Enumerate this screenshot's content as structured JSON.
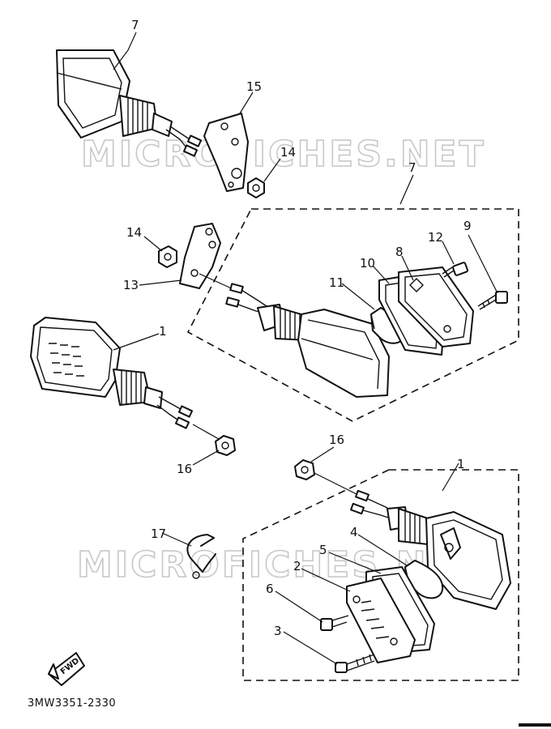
{
  "watermark": "MICROFICHES.NET",
  "diagram_code": "3MW3351-2330",
  "fwd_label": "FWD",
  "callouts": {
    "c7_top": "7",
    "c15": "15",
    "c14_top": "14",
    "c7_mid": "7",
    "c14_left": "14",
    "c13": "13",
    "c12": "12",
    "c9": "9",
    "c8": "8",
    "c10": "10",
    "c11": "11",
    "c1_left": "1",
    "c16_left": "16",
    "c16_right": "16",
    "c1_right": "1",
    "c17": "17",
    "c4": "4",
    "c5": "5",
    "c2": "2",
    "c6": "6",
    "c3": "3"
  }
}
